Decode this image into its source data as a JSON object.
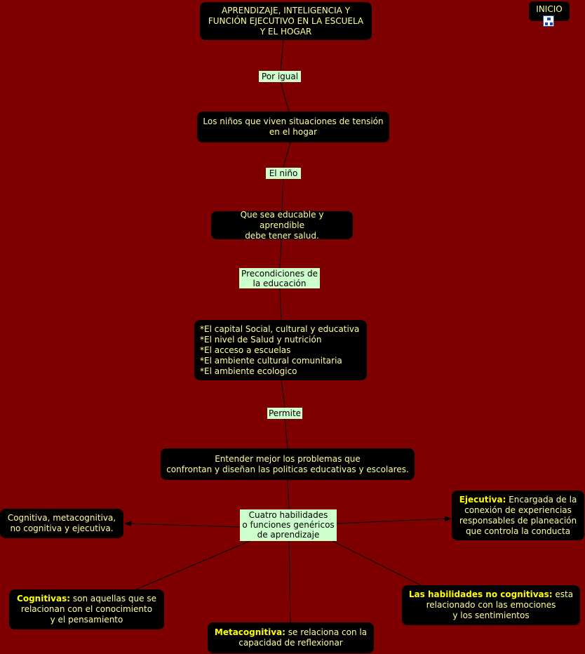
{
  "inicio": {
    "label": "INICIO",
    "icon": "concept-map-icon"
  },
  "nodes": {
    "title": "APRENDIZAJE, INTELIGENCIA Y\nFUNCIÓN EJECUTIVO EN LA ESCUELA\nY EL HOGAR",
    "ninos": "Los niños que viven situaciones de tensión\nen el hogar",
    "educable": "Que sea educable y aprendible\ndebe tener salud.",
    "capital": "*El capital Social, cultural y educativa\n*El nivel de Salud y nutrición\n*El acceso a escuelas\n*El ambiente cultural comunitaria\n*El ambiente ecologico",
    "entender": "Entender mejor los problemas que\nconfrontan y diseñan las politicas educativas y escolares.",
    "tipos": "Cognitiva, metacognitiva,\nno cognitiva y ejecutiva.",
    "ejecutiva": {
      "bold": "Ejecutiva:",
      "text": " Encargada de la\nconexión de experiencias\nresponsables de planeación\nque controla la conducta"
    },
    "cognitivas": {
      "bold": "Cognitivas:",
      "text": " son aquellas que se\nrelacionan con el conocimiento\ny el pensamiento"
    },
    "metacognitiva": {
      "bold": "Metacognitiva:",
      "text": " se relaciona con la\ncapacidad de reflexionar"
    },
    "nocognitivas": {
      "bold": "Las habilidades no cognitivas:",
      "text": " esta\nrelacionado con las emociones\ny los sentimientos"
    }
  },
  "links": {
    "por_igual": "Por igual",
    "el_nino": "El niño",
    "precondiciones": "Precondiciones de\nla educación",
    "permite": "Permite",
    "cuatro": "Cuatro habilidades\no funciones genéricos\nde aprendizaje"
  },
  "colors": {
    "background": "#7f0000",
    "node": "#000000",
    "node_text": "#ffff99",
    "label_bg": "#ccffcc"
  }
}
